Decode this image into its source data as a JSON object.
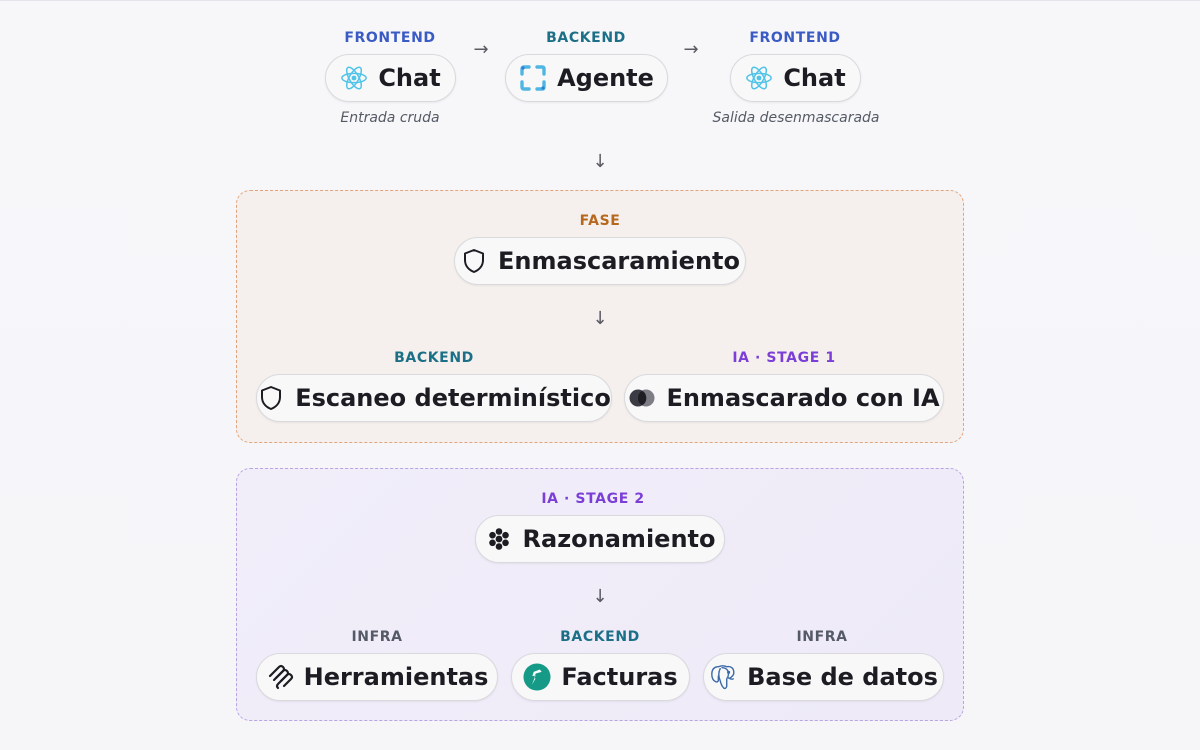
{
  "top_flow": {
    "chat_in": {
      "tag": "FRONTEND",
      "label": "Chat",
      "caption": "Entrada cruda",
      "icon": "react-icon"
    },
    "agent": {
      "tag": "BACKEND",
      "label": "Agente",
      "icon": "frame-icon"
    },
    "chat_out": {
      "tag": "FRONTEND",
      "label": "Chat",
      "caption": "Salida desenmascarada",
      "icon": "react-icon"
    },
    "arrow_right": "→",
    "arrow_down": "↓"
  },
  "phase_group": {
    "tag": "FASE",
    "title": "Enmascaramiento",
    "title_icon": "shield-icon",
    "arrow_down": "↓",
    "nodes": [
      {
        "tag": "BACKEND",
        "label": "Escaneo determinístico",
        "icon": "shield-icon"
      },
      {
        "tag": "IA · STAGE 1",
        "label": "Enmascarado con IA",
        "icon": "overlap-circles-icon"
      }
    ]
  },
  "reason_group": {
    "tag": "IA · STAGE 2",
    "title": "Razonamiento",
    "title_icon": "flower-dots-icon",
    "arrow_down": "↓",
    "nodes": [
      {
        "tag": "INFRA",
        "label": "Herramientas",
        "icon": "tools-icon"
      },
      {
        "tag": "BACKEND",
        "label": "Facturas",
        "icon": "facturas-logo-icon"
      },
      {
        "tag": "INFRA",
        "label": "Base de datos",
        "icon": "postgres-elephant-icon"
      }
    ]
  },
  "colors": {
    "frontend": "#3a5bc4",
    "backend": "#1b6f86",
    "ai": "#7b3fd8",
    "infra": "#555b66",
    "phase": "#b8681c",
    "react": "#4fc3e8",
    "facturas": "#149a86"
  }
}
